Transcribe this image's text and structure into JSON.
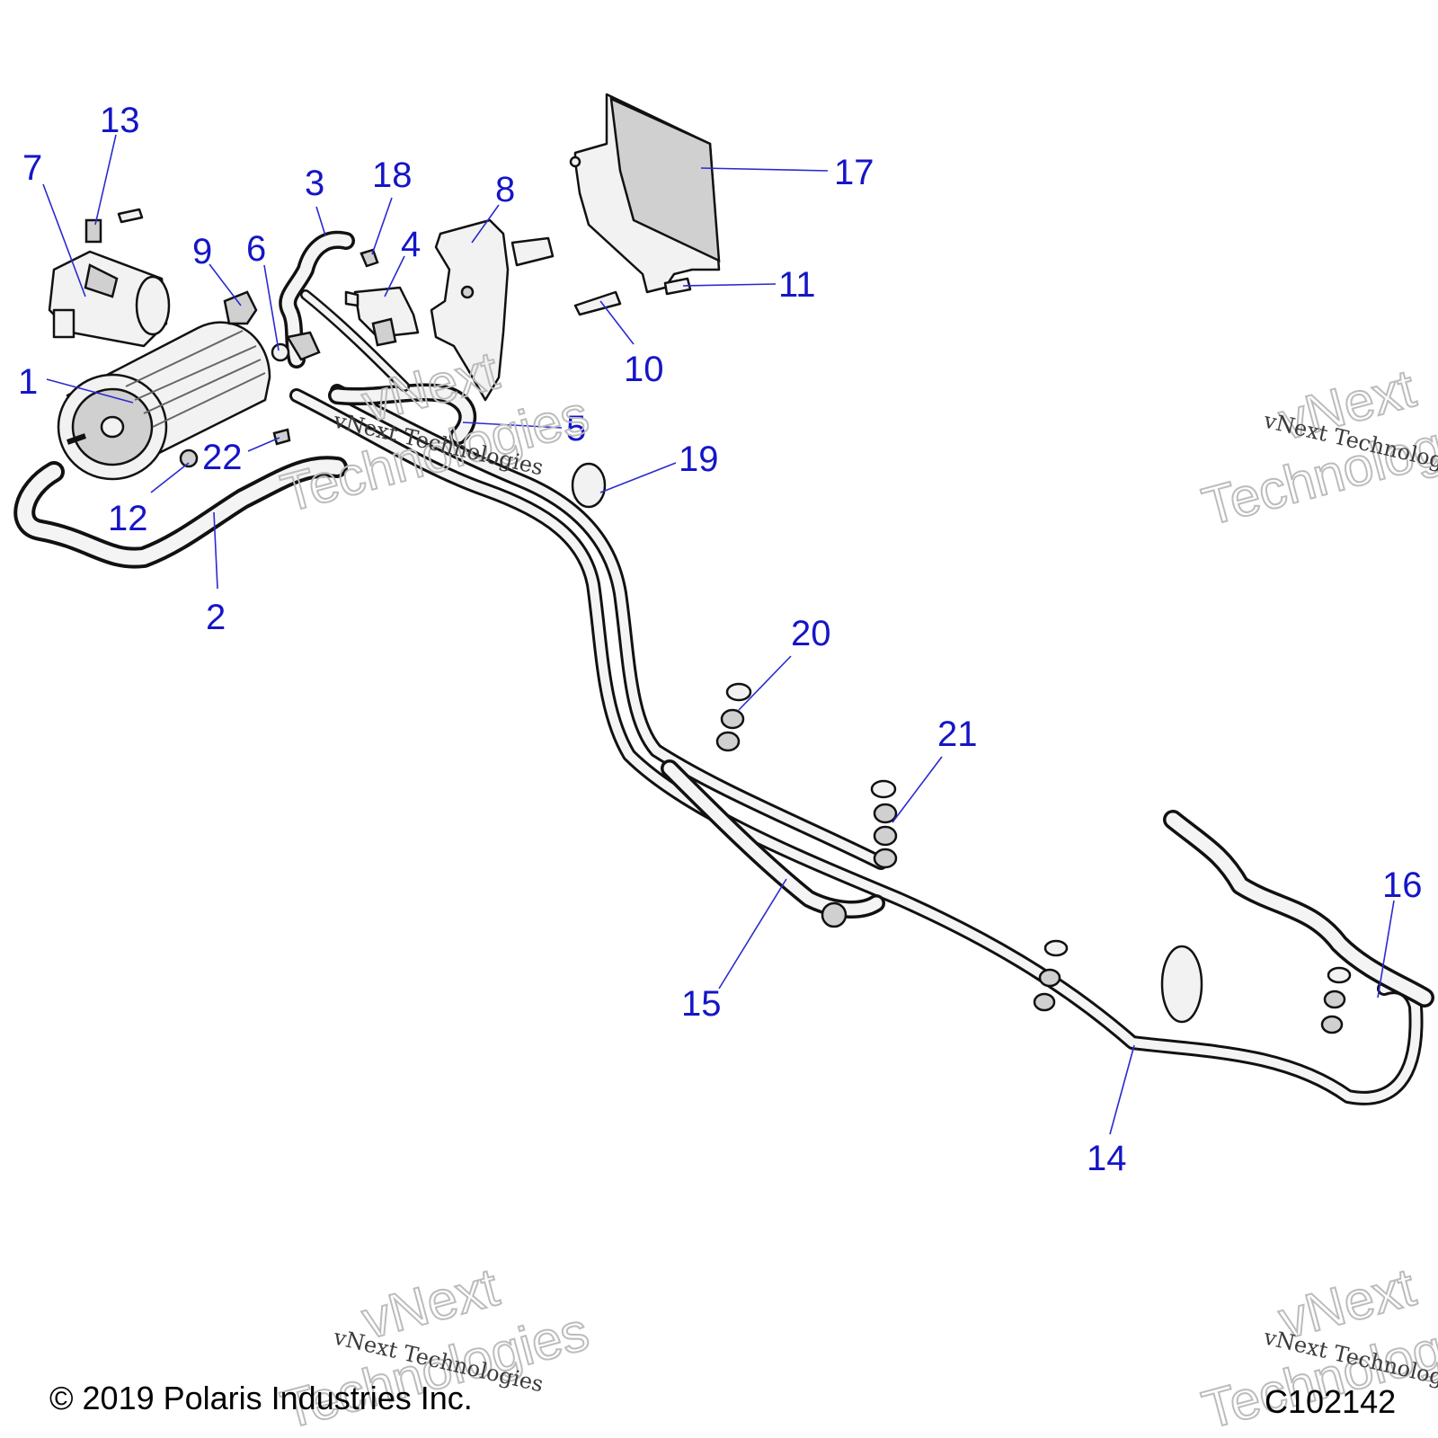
{
  "copyright": "© 2019 Polaris Industries Inc.",
  "diagram_id": "C102142",
  "watermark": {
    "line1": "vNext",
    "line2": "Technologies",
    "small": "vNext Technologies"
  },
  "callouts": [
    {
      "id": "c1",
      "label": "1"
    },
    {
      "id": "c2",
      "label": "2"
    },
    {
      "id": "c3",
      "label": "3"
    },
    {
      "id": "c4",
      "label": "4"
    },
    {
      "id": "c5",
      "label": "5"
    },
    {
      "id": "c6",
      "label": "6"
    },
    {
      "id": "c7",
      "label": "7"
    },
    {
      "id": "c8",
      "label": "8"
    },
    {
      "id": "c9",
      "label": "9"
    },
    {
      "id": "c10",
      "label": "10"
    },
    {
      "id": "c11",
      "label": "11"
    },
    {
      "id": "c12",
      "label": "12"
    },
    {
      "id": "c13",
      "label": "13"
    },
    {
      "id": "c14",
      "label": "14"
    },
    {
      "id": "c15",
      "label": "15"
    },
    {
      "id": "c16",
      "label": "16"
    },
    {
      "id": "c17",
      "label": "17"
    },
    {
      "id": "c18",
      "label": "18"
    },
    {
      "id": "c19",
      "label": "19"
    },
    {
      "id": "c20",
      "label": "20"
    },
    {
      "id": "c21",
      "label": "21"
    },
    {
      "id": "c22",
      "label": "22"
    }
  ],
  "colors": {
    "callout": "#1515c8",
    "line": "#111111",
    "part_fill": "#f2f2f2",
    "watermark": "#bcbcbc"
  }
}
